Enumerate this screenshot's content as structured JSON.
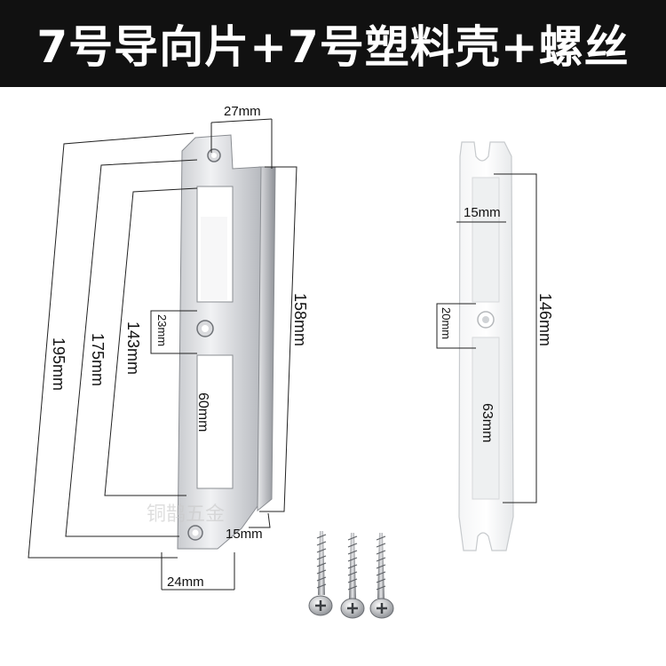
{
  "title": "7号导向片+7号塑料壳+螺丝",
  "watermark": "铜鹊五金",
  "colors": {
    "header_bg": "#111111",
    "header_text": "#ffffff",
    "lines": "#111111"
  },
  "dimensions": {
    "top_width": "27mm",
    "height_158": "158mm",
    "height_195": "195mm",
    "height_175": "175mm",
    "height_143": "143mm",
    "gap_23": "23mm",
    "slot_60": "60mm",
    "edge_15": "15mm",
    "bottom_24": "24mm",
    "shell_15": "15mm",
    "shell_146": "146mm",
    "shell_20": "20mm",
    "shell_63": "63mm"
  },
  "parts": {
    "guide_plate": "guide-plate",
    "plastic_shell": "plastic-shell",
    "screws": [
      "screw",
      "screw",
      "screw"
    ]
  }
}
